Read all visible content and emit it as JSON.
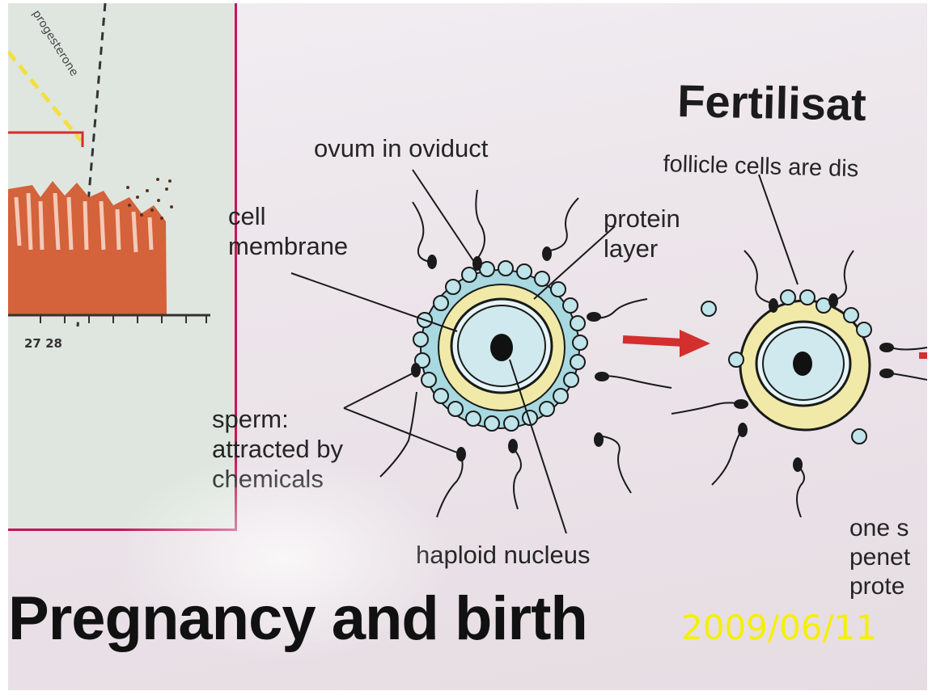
{
  "poster": {
    "section_title": "Fertilisat",
    "labels": {
      "ovum": "ovum in oviduct",
      "follicle": "follicle cells are dis",
      "cell_line1": "cell",
      "cell_line2": "membrane",
      "protein_line1": "protein",
      "protein_line2": "layer",
      "sperm_line1": "sperm:",
      "sperm_line2": "attracted by",
      "sperm_line3": "chemicals",
      "haploid": "haploid nucleus",
      "one_line1": "one s",
      "one_line2": "penet",
      "one_line3": "prote"
    },
    "footer_title": "Pregnancy and birth"
  },
  "chart_fragment": {
    "axis_ticks": "27 28",
    "curve_label": "progesterone"
  },
  "photo": {
    "date_stamp": "2009/06/11"
  },
  "colors": {
    "border_magenta": "#c2185b",
    "arrow_red": "#d32f2f",
    "date_yellow": "#f5f000",
    "follicle_blue": "#a8d8e0",
    "protein_yellow": "#f0e9a8"
  }
}
